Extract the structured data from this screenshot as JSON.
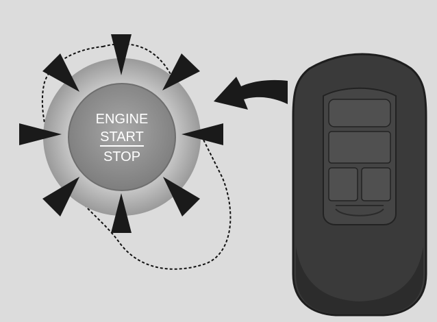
{
  "button": {
    "line1": "ENGINE",
    "line2": "START",
    "line3": "STOP"
  },
  "icons": {
    "button": "engine-start-stop-button",
    "fob": "smart-key-fob",
    "arrow": "curved-arrow-left",
    "rays": "pointer-triangles"
  },
  "colors": {
    "background": "#dcdcdc",
    "fob_body": "#3a3a3a",
    "fob_panel": "#4a4a4a",
    "button_face": "#8e8e8e",
    "marker": "#1a1a1a"
  }
}
